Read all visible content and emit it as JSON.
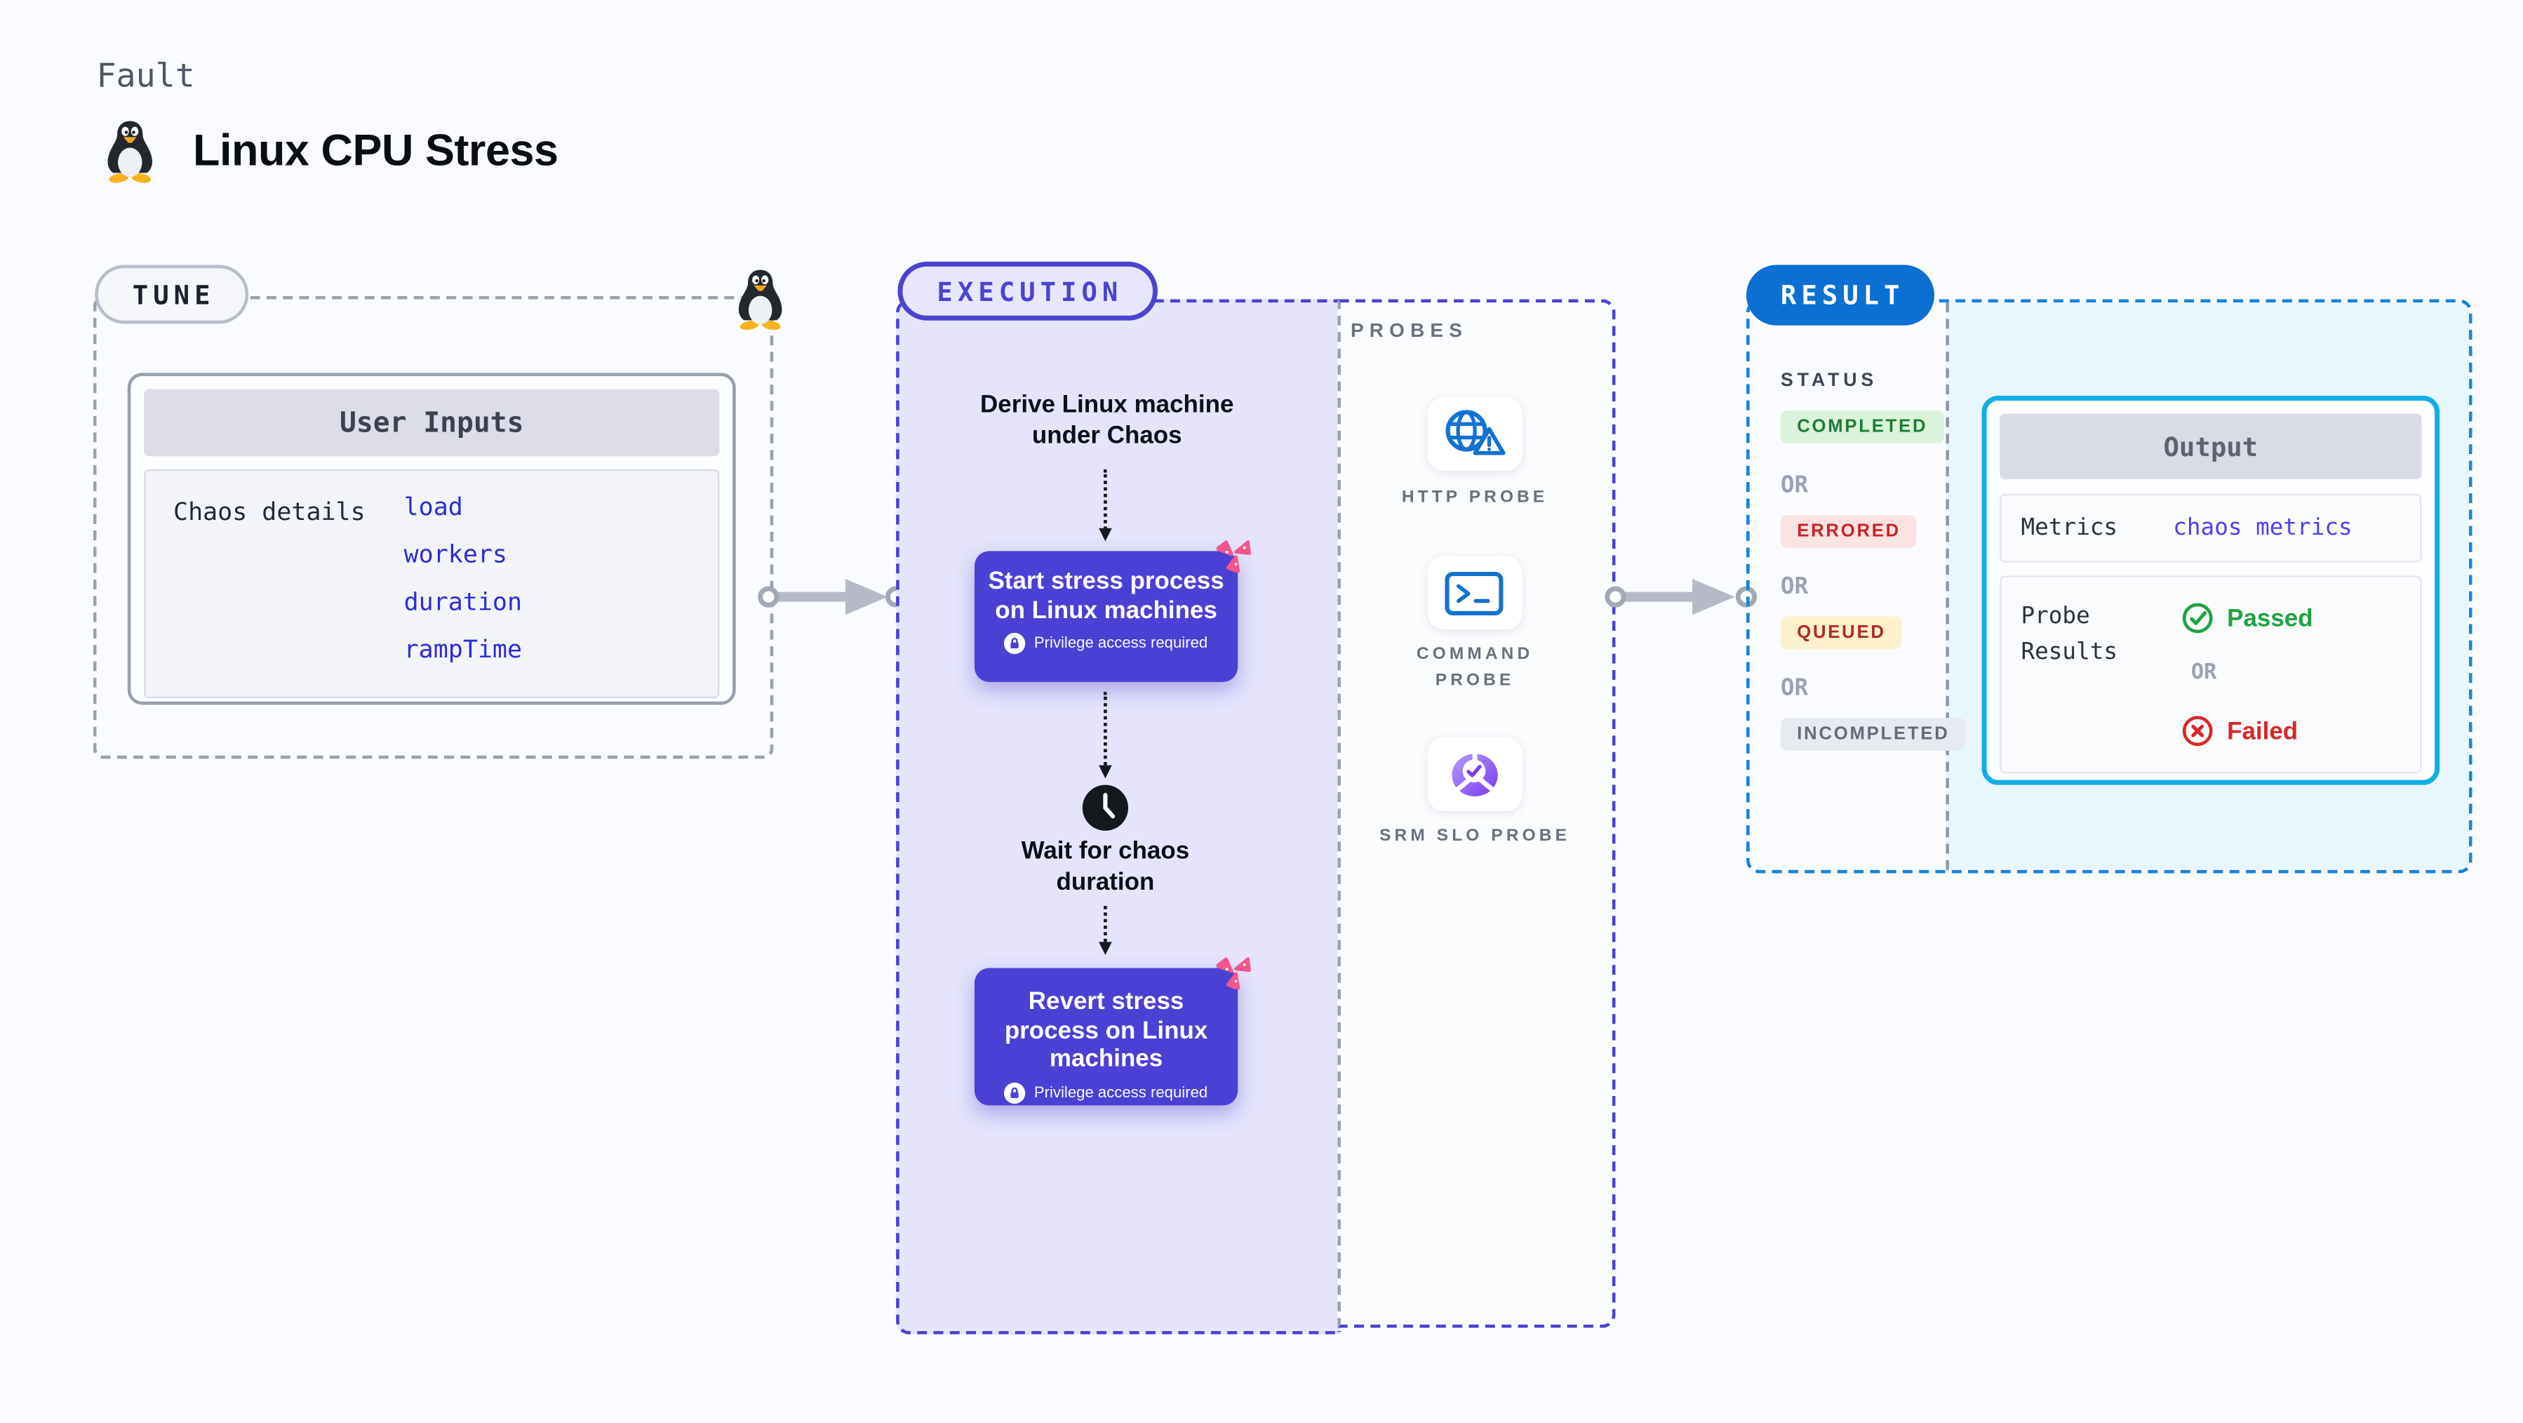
{
  "header": {
    "eyebrow": "Fault",
    "title": "Linux CPU Stress",
    "title_icon": "tux-penguin-icon"
  },
  "tune": {
    "label": "TUNE",
    "corner_icon": "tux-penguin-icon",
    "user_inputs": {
      "header": "User Inputs",
      "row_label": "Chaos details",
      "links": [
        "load",
        "workers",
        "duration",
        "rampTime"
      ]
    }
  },
  "execution": {
    "label": "EXECUTION",
    "derive_step": "Derive Linux machine under Chaos",
    "start_step": {
      "title": "Start stress process on Linux machines",
      "note": "Privilege access required"
    },
    "wait_step": "Wait for chaos duration",
    "revert_step": {
      "title": "Revert stress process on Linux machines",
      "note": "Privilege access required"
    }
  },
  "probes": {
    "label": "PROBES",
    "items": [
      {
        "label": "HTTP PROBE",
        "icon": "globe-alert-icon"
      },
      {
        "label": "COMMAND PROBE",
        "icon": "terminal-icon"
      },
      {
        "label": "SRM SLO PROBE",
        "icon": "slo-pie-check-icon"
      }
    ]
  },
  "result": {
    "label": "RESULT",
    "status": {
      "heading": "STATUS",
      "or_label": "OR",
      "badges": [
        {
          "text": "COMPLETED",
          "type": "success"
        },
        {
          "text": "ERRORED",
          "type": "error"
        },
        {
          "text": "QUEUED",
          "type": "queued"
        },
        {
          "text": "INCOMPLETED",
          "type": "neutral"
        }
      ]
    },
    "output": {
      "header": "Output",
      "metrics_label": "Metrics",
      "metrics_value": "chaos metrics",
      "probe_results_label": "Probe Results",
      "passed_label": "Passed",
      "or_label": "OR",
      "failed_label": "Failed"
    }
  },
  "colors": {
    "accent_indigo": "#4a43d2",
    "accent_blue": "#0b70d1",
    "accent_cyan": "#12aee6",
    "success_green": "#1da442",
    "error_red": "#d92727",
    "chaos_pink": "#f2568c",
    "link_blue": "#2c2cd8"
  }
}
